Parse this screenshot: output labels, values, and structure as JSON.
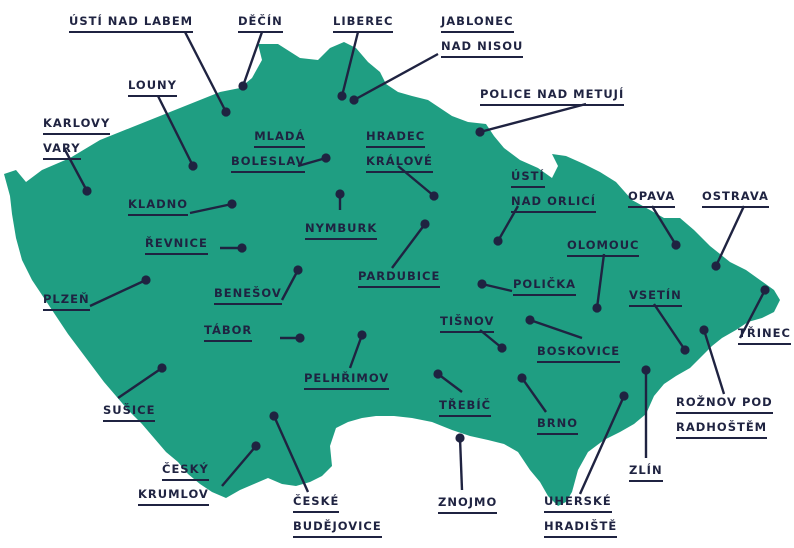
{
  "map": {
    "country_color": "#1f9e82",
    "ink_color": "#1f2341",
    "cities": {
      "usti_nad_labem": [
        "ÚSTÍ NAD LABEM"
      ],
      "decin": [
        "DĚČÍN"
      ],
      "liberec": [
        "LIBEREC"
      ],
      "jablonec": [
        "JABLONEC",
        "NAD NISOU"
      ],
      "louny": [
        "LOUNY"
      ],
      "police": [
        "POLICE NAD METUJÍ"
      ],
      "karlovy_vary": [
        "KARLOVY",
        "VARY"
      ],
      "mlada_boleslav": [
        "MLADÁ",
        "BOLESLAV"
      ],
      "hradec": [
        "HRADEC",
        "KRÁLOVÉ"
      ],
      "usti_nad_orlici": [
        "ÚSTÍ",
        "NAD ORLICÍ"
      ],
      "opava": [
        "OPAVA"
      ],
      "ostrava": [
        "OSTRAVA"
      ],
      "kladno": [
        "KLADNO"
      ],
      "nymburk": [
        "NYMBURK"
      ],
      "revnice": [
        "ŘEVNICE"
      ],
      "olomouc": [
        "OLOMOUC"
      ],
      "pardubice": [
        "PARDUBICE"
      ],
      "policka": [
        "POLIČKA"
      ],
      "plzen": [
        "PLZEŇ"
      ],
      "benesov": [
        "BENEŠOV"
      ],
      "vsetin": [
        "VSETÍN"
      ],
      "trinec": [
        "TŘINEC"
      ],
      "tabor": [
        "TÁBOR"
      ],
      "tisnov": [
        "TIŠNOV"
      ],
      "boskovice": [
        "BOSKOVICE"
      ],
      "pelhrimov": [
        "PELHŘIMOV"
      ],
      "susice": [
        "SUŠICE"
      ],
      "trebic": [
        "TŘEBÍČ"
      ],
      "roznov": [
        "ROŽNOV POD",
        "RADHOŠTĚM"
      ],
      "brno": [
        "BRNO"
      ],
      "zlin": [
        "ZLÍN"
      ],
      "cesky_krumlov": [
        "ČESKÝ",
        "KRUMLOV"
      ],
      "znojmo": [
        "ZNOJMO"
      ],
      "uherske_hradiste": [
        "UHERSKÉ",
        "HRADIŠTĚ"
      ],
      "ceske_budejovice": [
        "ČESKÉ",
        "BUDĚJOVICE"
      ]
    }
  }
}
